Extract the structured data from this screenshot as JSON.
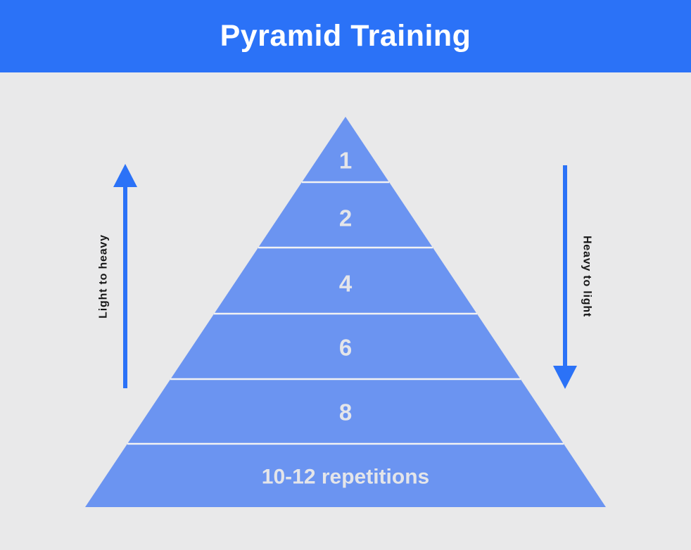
{
  "header": {
    "title": "Pyramid Training"
  },
  "colors": {
    "header_bg": "#2b72f7",
    "background": "#e9e9ea",
    "pyramid_fill": "#6b94f1",
    "divider": "#f2f2f3",
    "level_text": "#e4e5e9",
    "arrow": "#2b72f7",
    "side_text": "#161616"
  },
  "chart_data": {
    "type": "pyramid",
    "title": "Pyramid Training",
    "levels": [
      {
        "label": "1",
        "reps": "1"
      },
      {
        "label": "2",
        "reps": "2"
      },
      {
        "label": "4",
        "reps": "4"
      },
      {
        "label": "6",
        "reps": "6"
      },
      {
        "label": "8",
        "reps": "8"
      },
      {
        "label": "10-12 repetitions",
        "reps": "10-12"
      }
    ],
    "left_axis": {
      "label": "Light to heavy",
      "direction": "up"
    },
    "right_axis": {
      "label": "Heavy to light",
      "direction": "down"
    }
  }
}
